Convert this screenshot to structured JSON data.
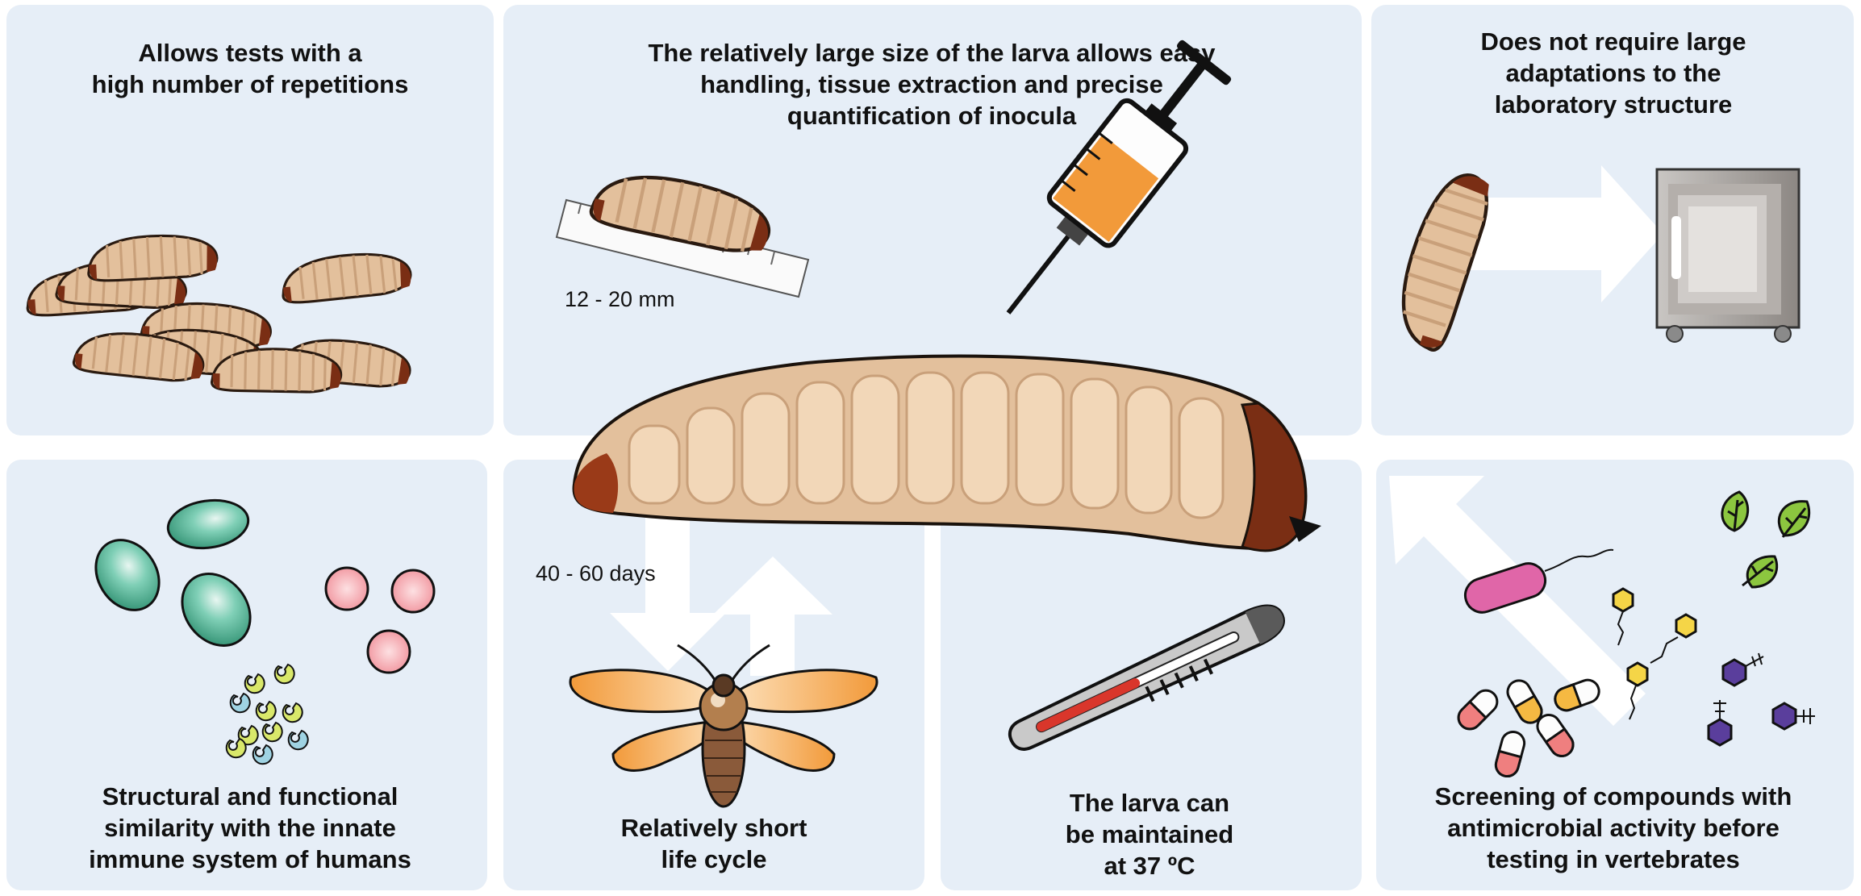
{
  "panels": {
    "repetitions": "Allows tests with a\nhigh number of repetitions",
    "size": "The relatively large size of the larva allows easy\nhandling, tissue extraction and precise\nquantification of inocula",
    "laboratory": "Does not require large\nadaptations to the\nlaboratory structure",
    "immune": "Structural and functional\nsimilarity with the innate\nimmune system of humans",
    "life_cycle": "Relatively short\nlife cycle",
    "temperature": "The larva can\nbe maintained\nat 37 ºC",
    "screening": "Screening of compounds with\nantimicrobial activity before\ntesting in vertebrates"
  },
  "labels": {
    "size_range": "12 - 20 mm",
    "life_span": "40 - 60 days"
  },
  "colors": {
    "panel_bg": "#e6eef7",
    "larva_body": "#e3c09c",
    "larva_segment": "#c9a07a",
    "larva_head": "#7a2e14",
    "arrow": "#ffffff",
    "syringe_fill": "#f29a3a",
    "hemocyte_green": "#3aa584",
    "hemocyte_pink": "#f2a0a8",
    "moth_wing": "#f2a54a",
    "thermometer_red": "#d9362b",
    "bacterium": "#e066a8",
    "leaf": "#8cc63f",
    "molecule_purple": "#5a3e9c",
    "molecule_yellow": "#f5d547"
  },
  "icons": [
    "larva-group-icon",
    "ruler-icon",
    "syringe-icon",
    "incubator-icon",
    "hemocytes-icon",
    "moth-icon",
    "thermometer-icon",
    "bacterium-icon",
    "capsules-icon",
    "leaves-icon",
    "molecules-icon",
    "arrow-icon"
  ]
}
